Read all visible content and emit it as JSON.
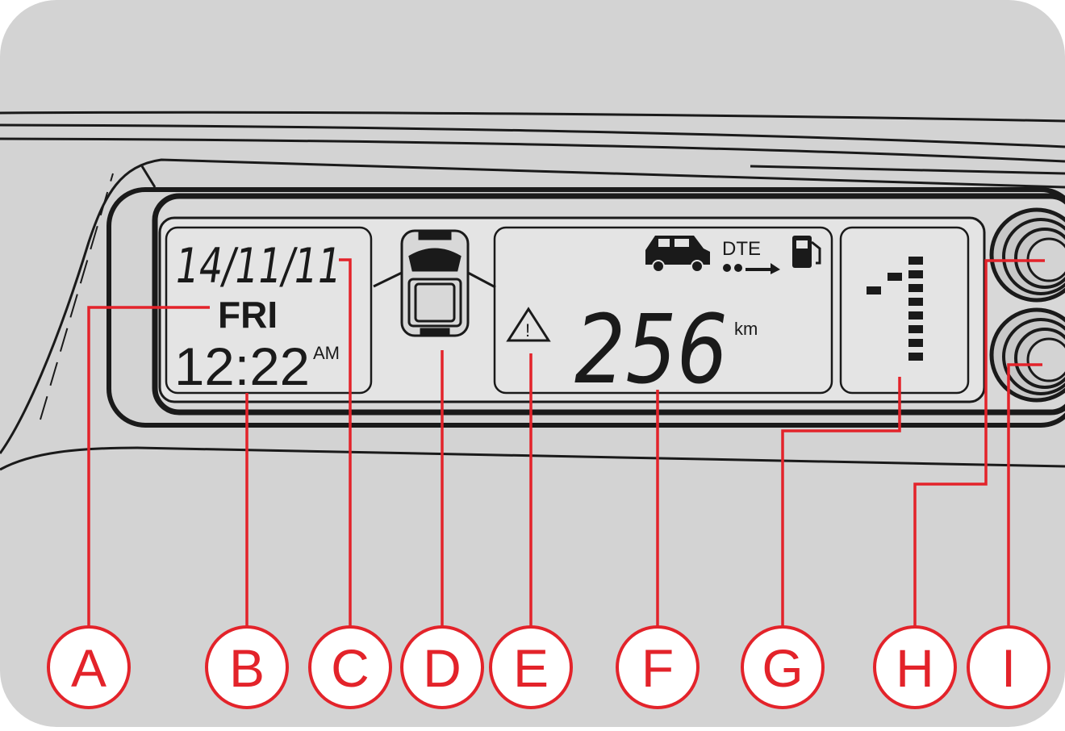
{
  "display": {
    "date": "14/11/11",
    "day": "FRI",
    "time": "12:22",
    "ampm": "AM",
    "distance_to_empty": "256",
    "distance_unit": "km",
    "dte_label": "DTE",
    "warning_symbol": "!",
    "gear_bar_segments": 8
  },
  "icons": {
    "vehicle_doors": "van-open-doors-icon",
    "warning": "warning-triangle-icon",
    "car": "car-silhouette-icon",
    "fuel": "fuel-pump-icon",
    "arrow": "dte-arrow-icon"
  },
  "callouts": [
    "A",
    "B",
    "C",
    "D",
    "E",
    "F",
    "G",
    "H",
    "I"
  ],
  "colors": {
    "callout": "#e3232a",
    "panel": "#d3d3d3",
    "lcd": "#e4e4e4",
    "ink": "#1a1a1a"
  }
}
